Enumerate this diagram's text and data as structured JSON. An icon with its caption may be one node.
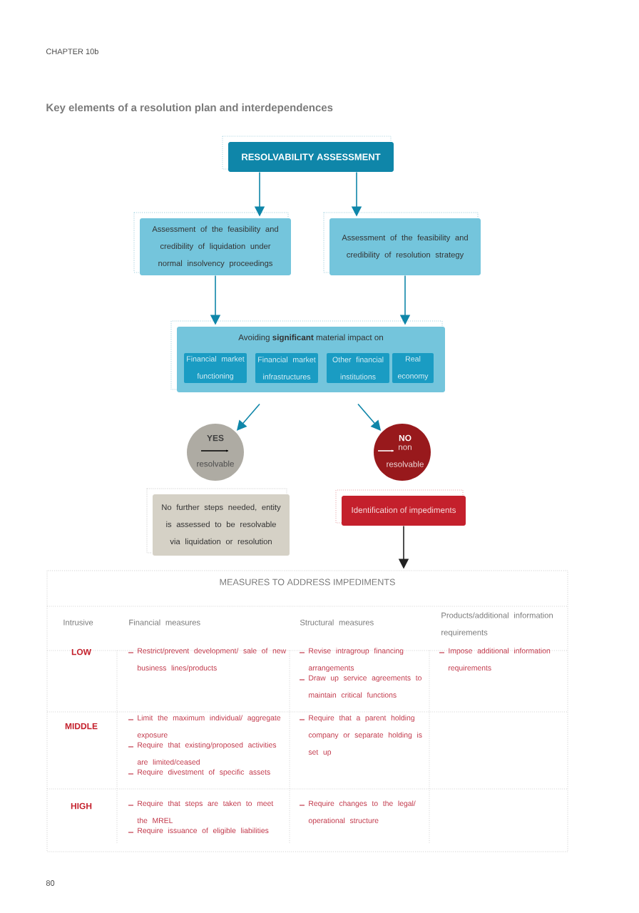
{
  "diagram": {
    "title": "Key elements of a resolution plan and interdependences",
    "nodes": [
      {
        "text": [
          "RESOLVABILITY ASSESSMENT"
        ]
      },
      {
        "text": [
          "Assessment of the feasibility and credibility of liquidation under normal insolvency proceedings"
        ]
      },
      {
        "text": [
          "Assessment of the feasibility and credibility of resolution strategy"
        ]
      },
      {
        "text": [
          "Avoiding **significant** material impact on"
        ]
      },
      {
        "text": [
          "Financial market functioning"
        ],
        "in": 3
      },
      {
        "text": [
          "Financial market infrastructures"
        ],
        "in": 3
      },
      {
        "text": [
          "Other financial institutions"
        ],
        "in": 3
      },
      {
        "text": [
          "Real economy"
        ],
        "in": 3
      },
      {
        "text": [
          "YES",
          "resolvable"
        ]
      },
      {
        "text": [
          "NO",
          "non resolvable"
        ]
      },
      {
        "text": [
          "No further steps needed, entity is assessed to be resolvable via liquidation or resolution"
        ]
      },
      {
        "text": [
          "Identification of impediments"
        ]
      },
      {
        "text": [
          "MEASURES TO ADDRESS IMPEDIMENTS"
        ]
      }
    ],
    "edges": [
      {
        "from": 0,
        "to": 1,
        "arrow": "to"
      },
      {
        "from": 0,
        "to": 2,
        "arrow": "to"
      },
      {
        "from": 1,
        "to": 3,
        "arrow": "to"
      },
      {
        "from": 2,
        "to": 3,
        "arrow": "to"
      },
      {
        "from": 3,
        "to": 8,
        "arrow": "to"
      },
      {
        "from": 3,
        "to": 9,
        "arrow": "to"
      },
      {
        "from": 11,
        "to": 12,
        "arrow": "to",
        "color": "#222222"
      }
    ],
    "labels": [
      "CHAPTER 10b",
      "Intrusive",
      "Financial measures",
      "Structural  measures",
      "Products/additional information requirements",
      "LOW",
      "Restrict/prevent development/ sale of new business lines/products",
      "Revise intragroup financing arrangements",
      "Draw up service agreements to maintain critical functions",
      "Impose additional information requirements",
      "MIDDLE",
      "Limit the maximum individual/ aggregate exposure",
      "Require that existing/proposed activities are limited/ceased",
      "Require divestment of specific assets",
      "Require that a parent holding company or separate holding is set up",
      "HIGH",
      "Require that steps are taken to meet the MREL",
      "Require issuance of eligible liabilities",
      "Require changes to the legal/ operational structure",
      "80"
    ]
  }
}
